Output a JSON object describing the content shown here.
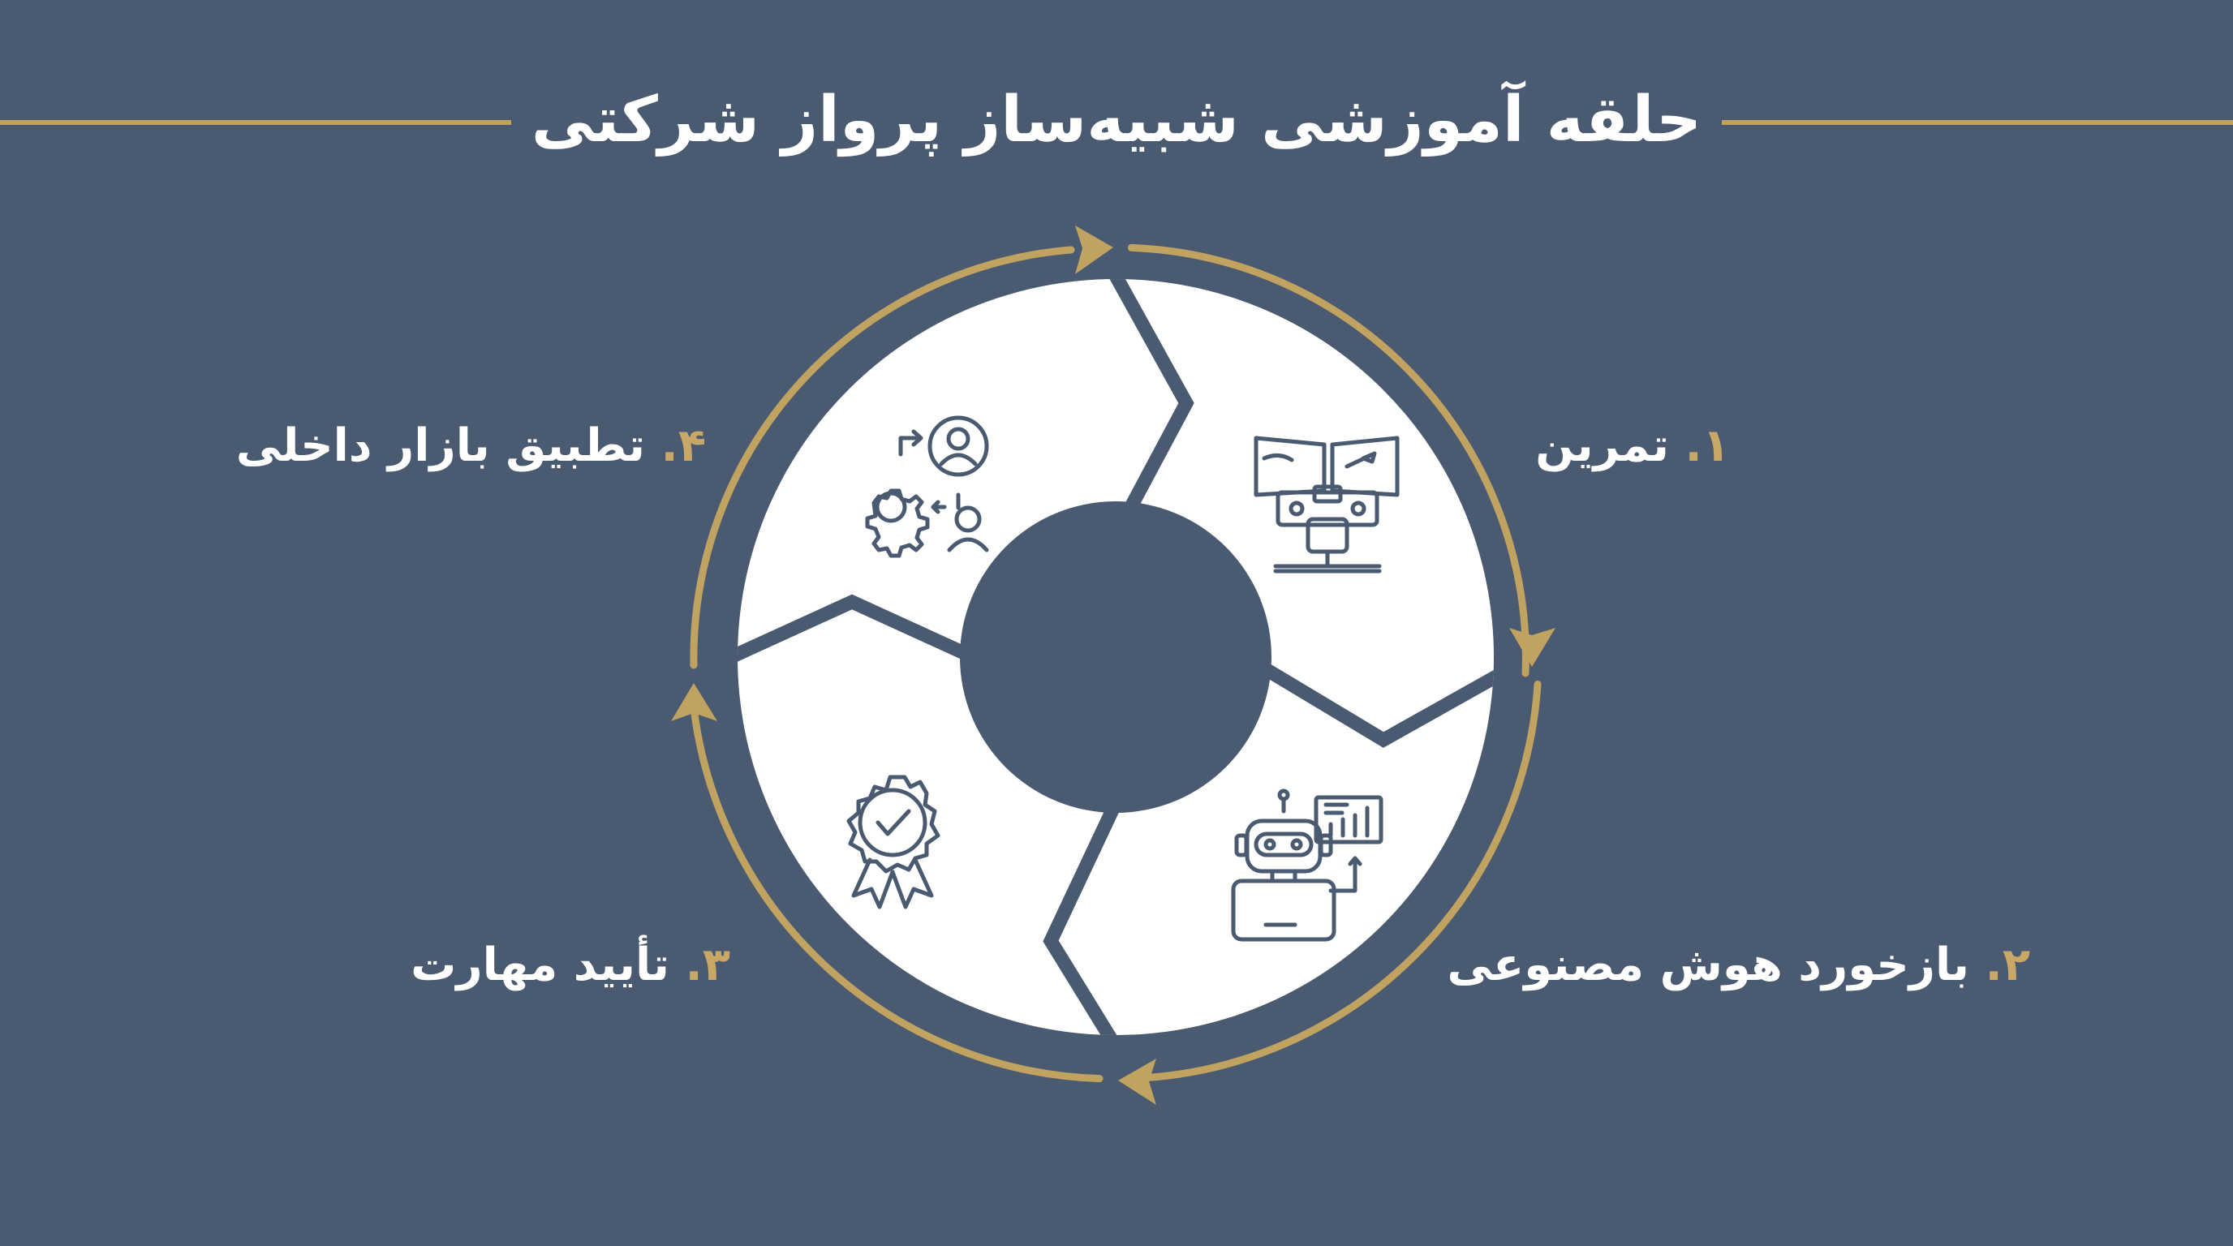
{
  "title": "حلقه آموزشی شبیه‌ساز پرواز شرکتی",
  "colors": {
    "background": "#4a5a70",
    "accent": "#c0a261",
    "wheel": "#ffffff",
    "icon_stroke": "#4a5a70"
  },
  "steps": [
    {
      "number": "۱.",
      "label": "تمرین",
      "icon": "flight-simulator-cockpit-icon"
    },
    {
      "number": "۲.",
      "label": "بازخورد هوش مصنوعی",
      "icon": "ai-robot-analytics-icon"
    },
    {
      "number": "۳.",
      "label": "تأیید مهارت",
      "icon": "certified-badge-icon"
    },
    {
      "number": "۴.",
      "label": "تطبیق بازار داخلی",
      "icon": "gear-user-adaptation-icon"
    }
  ]
}
